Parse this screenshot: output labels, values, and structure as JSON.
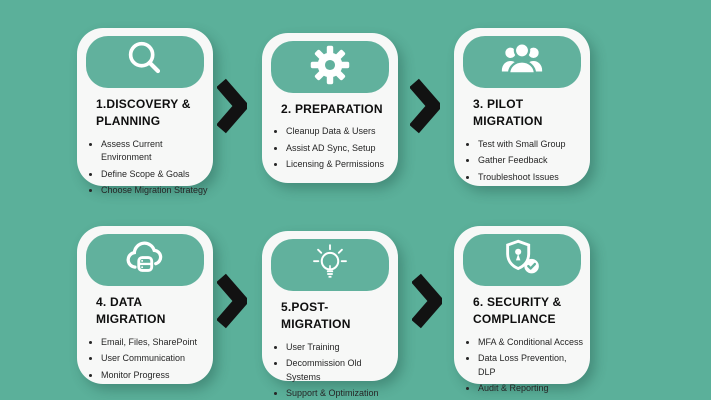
{
  "colors": {
    "background": "#5BB09A",
    "header": "#61B19D",
    "card": "#F7F8F7",
    "arrow": "#121212",
    "icon": "#FFFFFF",
    "title": "#0E0E0E",
    "bullet": "#262626"
  },
  "steps": [
    {
      "title": "1.DISCOVERY & PLANNING",
      "icon": "search-icon",
      "bullets": [
        "Assess Current Environment",
        "Define Scope & Goals",
        "Choose Migration Strategy"
      ]
    },
    {
      "title": "2. PREPARATION",
      "icon": "gear-icon",
      "bullets": [
        "Cleanup Data & Users",
        "Assist AD Sync, Setup",
        "Licensing & Permissions"
      ]
    },
    {
      "title": "3. PILOT MIGRATION",
      "icon": "people-group-icon",
      "bullets": [
        "Test with Small Group",
        "Gather Feedback",
        "Troubleshoot Issues"
      ]
    },
    {
      "title": "4. DATA MIGRATION",
      "icon": "cloud-database-icon",
      "bullets": [
        "Email, Files, SharePoint",
        "User Communication",
        "Monitor Progress"
      ]
    },
    {
      "title": "5.POST-MIGRATION",
      "icon": "lightbulb-icon",
      "bullets": [
        "User Training",
        "Decommission Old Systems",
        "Support & Optimization"
      ]
    },
    {
      "title": "6. SECURITY & COMPLIANCE",
      "icon": "shield-check-icon",
      "bullets": [
        "MFA & Conditional Access",
        "Data Loss Prevention, DLP",
        "Audit & Reporting"
      ]
    }
  ]
}
